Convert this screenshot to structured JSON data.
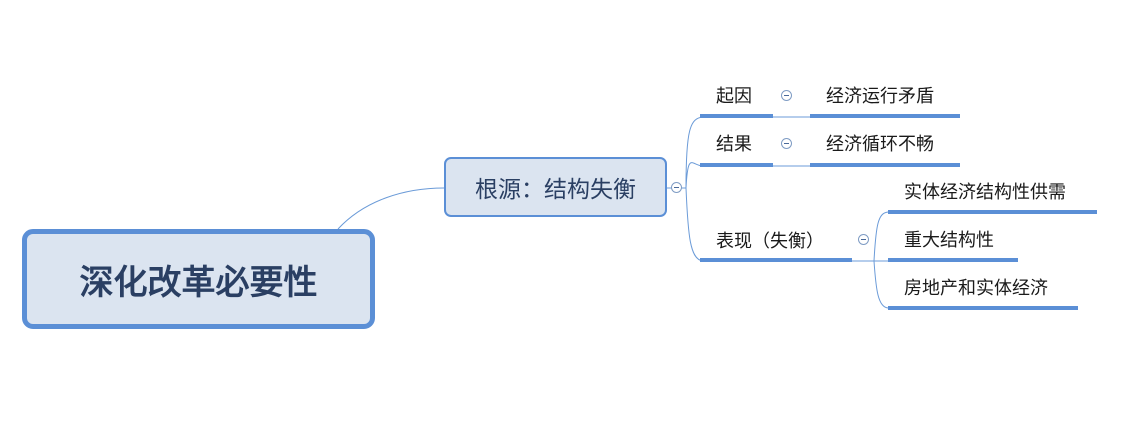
{
  "root": {
    "label": "深化改革必要性"
  },
  "main_topic": {
    "label": "根源：结构失衡"
  },
  "branches": [
    {
      "label": "起因",
      "children": [
        "经济运行矛盾"
      ]
    },
    {
      "label": "结果",
      "children": [
        "经济循环不畅"
      ]
    },
    {
      "label": "表现（失衡）",
      "children": [
        "实体经济结构性供需",
        "重大结构性",
        "房地产和实体经济"
      ]
    }
  ],
  "colors": {
    "node_fill": "#dbe4f0",
    "node_border": "#5b8fd6",
    "connector": "#6b9bd8",
    "text_dark": "#2a3f63"
  }
}
